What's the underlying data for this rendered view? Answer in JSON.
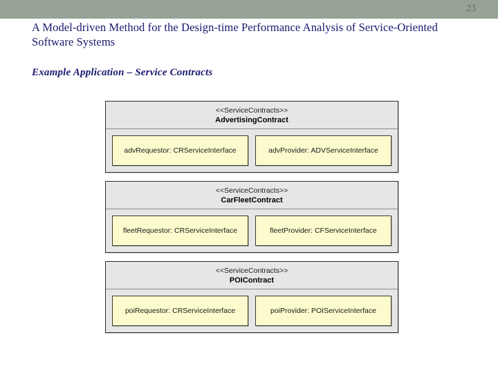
{
  "slide": {
    "number": "23",
    "title": "A Model-driven Method for the Design-time Performance Analysis of Service-Oriented Software Systems",
    "subtitle": "Example Application – Service Contracts",
    "topbar_color": "#96a396",
    "title_color": "#191970",
    "slide_number_color": "#7a5f52"
  },
  "diagram": {
    "stereotype": "<<ServiceContracts>>",
    "box_fill": "#e6e6e6",
    "port_fill": "#fbfbce",
    "contracts": [
      {
        "stereotype": "<<ServiceContracts>>",
        "name": "AdvertisingContract",
        "ports": [
          {
            "label": "advRequestor: CRServiceInterface"
          },
          {
            "label": "advProvider: ADVServiceInterface"
          }
        ]
      },
      {
        "stereotype": "<<ServiceContracts>>",
        "name": "CarFleetContract",
        "ports": [
          {
            "label": "fleetRequestor: CRServiceInterface"
          },
          {
            "label": "fleetProvider: CFServiceInterface"
          }
        ]
      },
      {
        "stereotype": "<<ServiceContracts>>",
        "name": "POIContract",
        "ports": [
          {
            "label": "poiRequestor: CRServiceInterface"
          },
          {
            "label": "poiProvider: POIServiceInterface"
          }
        ]
      }
    ]
  }
}
